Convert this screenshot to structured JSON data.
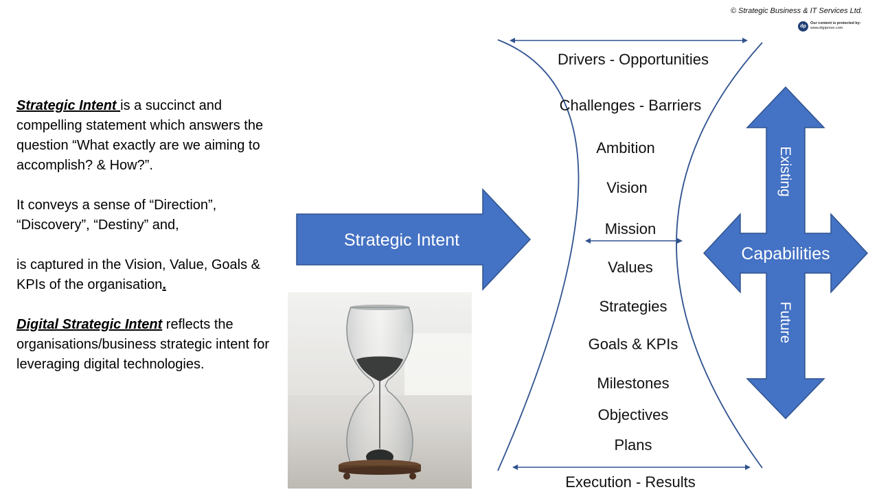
{
  "copyright": "© Strategic Business & IT Services Ltd.",
  "digiprove": {
    "line1": "Our content is protected by:",
    "line2": "www.digiprove.com",
    "logo": "dp"
  },
  "left": {
    "p1_term": "Strategic Intent ",
    "p1_rest": "is a succinct and compelling statement which answers the question “What exactly are we aiming to accomplish? & How?”.",
    "p2": "It conveys a sense of “Direction”, “Discovery”, “Destiny” and,",
    "p3_main": "is captured in the Vision, Value, Goals & KPIs of the organisation",
    "p3_end": ".",
    "p4_term": "Digital Strategic Intent",
    "p4_rest": " reflects the organisations/business strategic intent for leveraging digital technologies."
  },
  "arrow_label": "Strategic Intent",
  "hourglass": {
    "top_label": "Drivers - Opportunities",
    "bottom_label": "Execution - Results",
    "items": [
      "Challenges - Barriers",
      "Ambition",
      "Vision",
      "Mission",
      "Values",
      "Strategies",
      "Goals & KPIs",
      "Milestones",
      "Objectives",
      "Plans"
    ]
  },
  "capabilities": {
    "center": "Capabilities",
    "up": "Existing",
    "down": "Future"
  },
  "colors": {
    "arrow_fill": "#4472c4",
    "arrow_stroke": "#2f528f",
    "line": "#2f528f"
  }
}
